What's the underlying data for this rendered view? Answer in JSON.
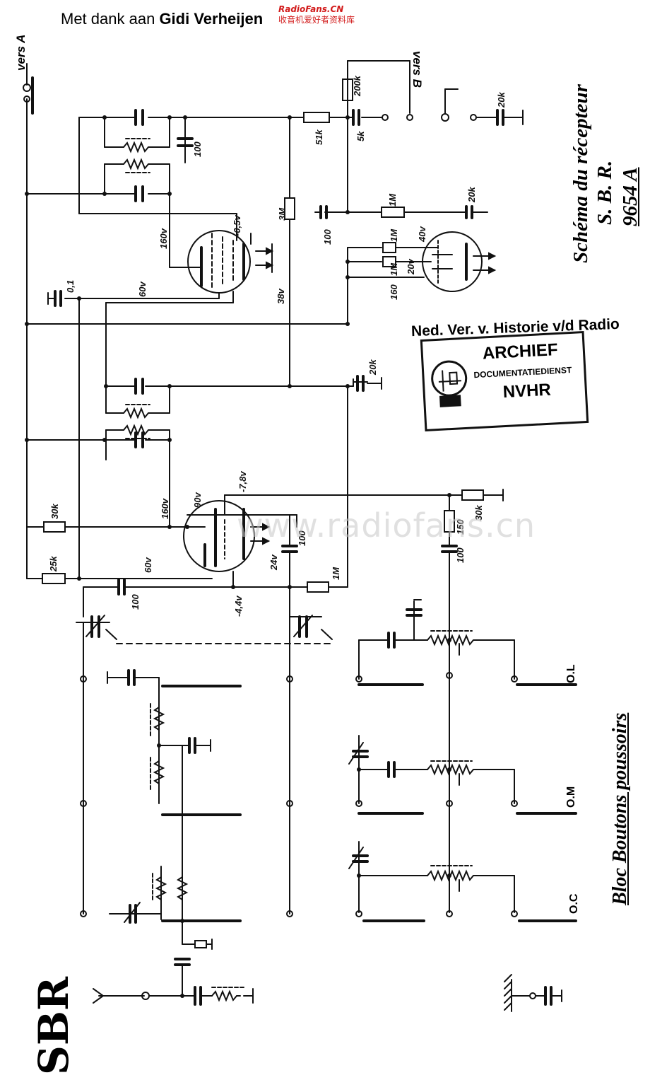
{
  "header": {
    "credit_prefix": "Met dank aan",
    "credit_name": "Gidi Verheijen",
    "site_name": "RadioFans.CN",
    "site_subtitle": "收音机爱好者资料库"
  },
  "title": {
    "line1": "Schéma du récepteur",
    "line2": "S. B. R.",
    "line3": "9654 A"
  },
  "archive": {
    "heading": "Ned. Ver. v. Historie v/d Radio",
    "stamp_line1": "ARCHIEF",
    "stamp_line2": "DOCUMENTATIEDIENST",
    "stamp_line3": "NVHR"
  },
  "watermark": "www.radiofans.cn",
  "section_label": "Bloc Boutons poussoirs",
  "band_labels": [
    "O.L",
    "O.M",
    "O.C"
  ],
  "connectors": {
    "a": "vers A",
    "b": "vers B"
  },
  "brand": "SBR",
  "component_labels": [
    "200k",
    "51k",
    "5k",
    "20k",
    "100",
    "3M",
    "1M",
    "20k",
    "100",
    "1M",
    "40v",
    "1M",
    "20v",
    "160",
    "-0,5v",
    "160v",
    "60v",
    "38v",
    "0,1",
    "20k",
    "-7,8v",
    "90v",
    "160v",
    "30k",
    "60v",
    "25k",
    "100",
    "24v",
    "-4,4v",
    "100",
    "1M",
    "150",
    "30k",
    "100"
  ],
  "colors": {
    "ink": "#111111",
    "site_red": "#d21b1b",
    "watermark": "#c8c8c8"
  }
}
